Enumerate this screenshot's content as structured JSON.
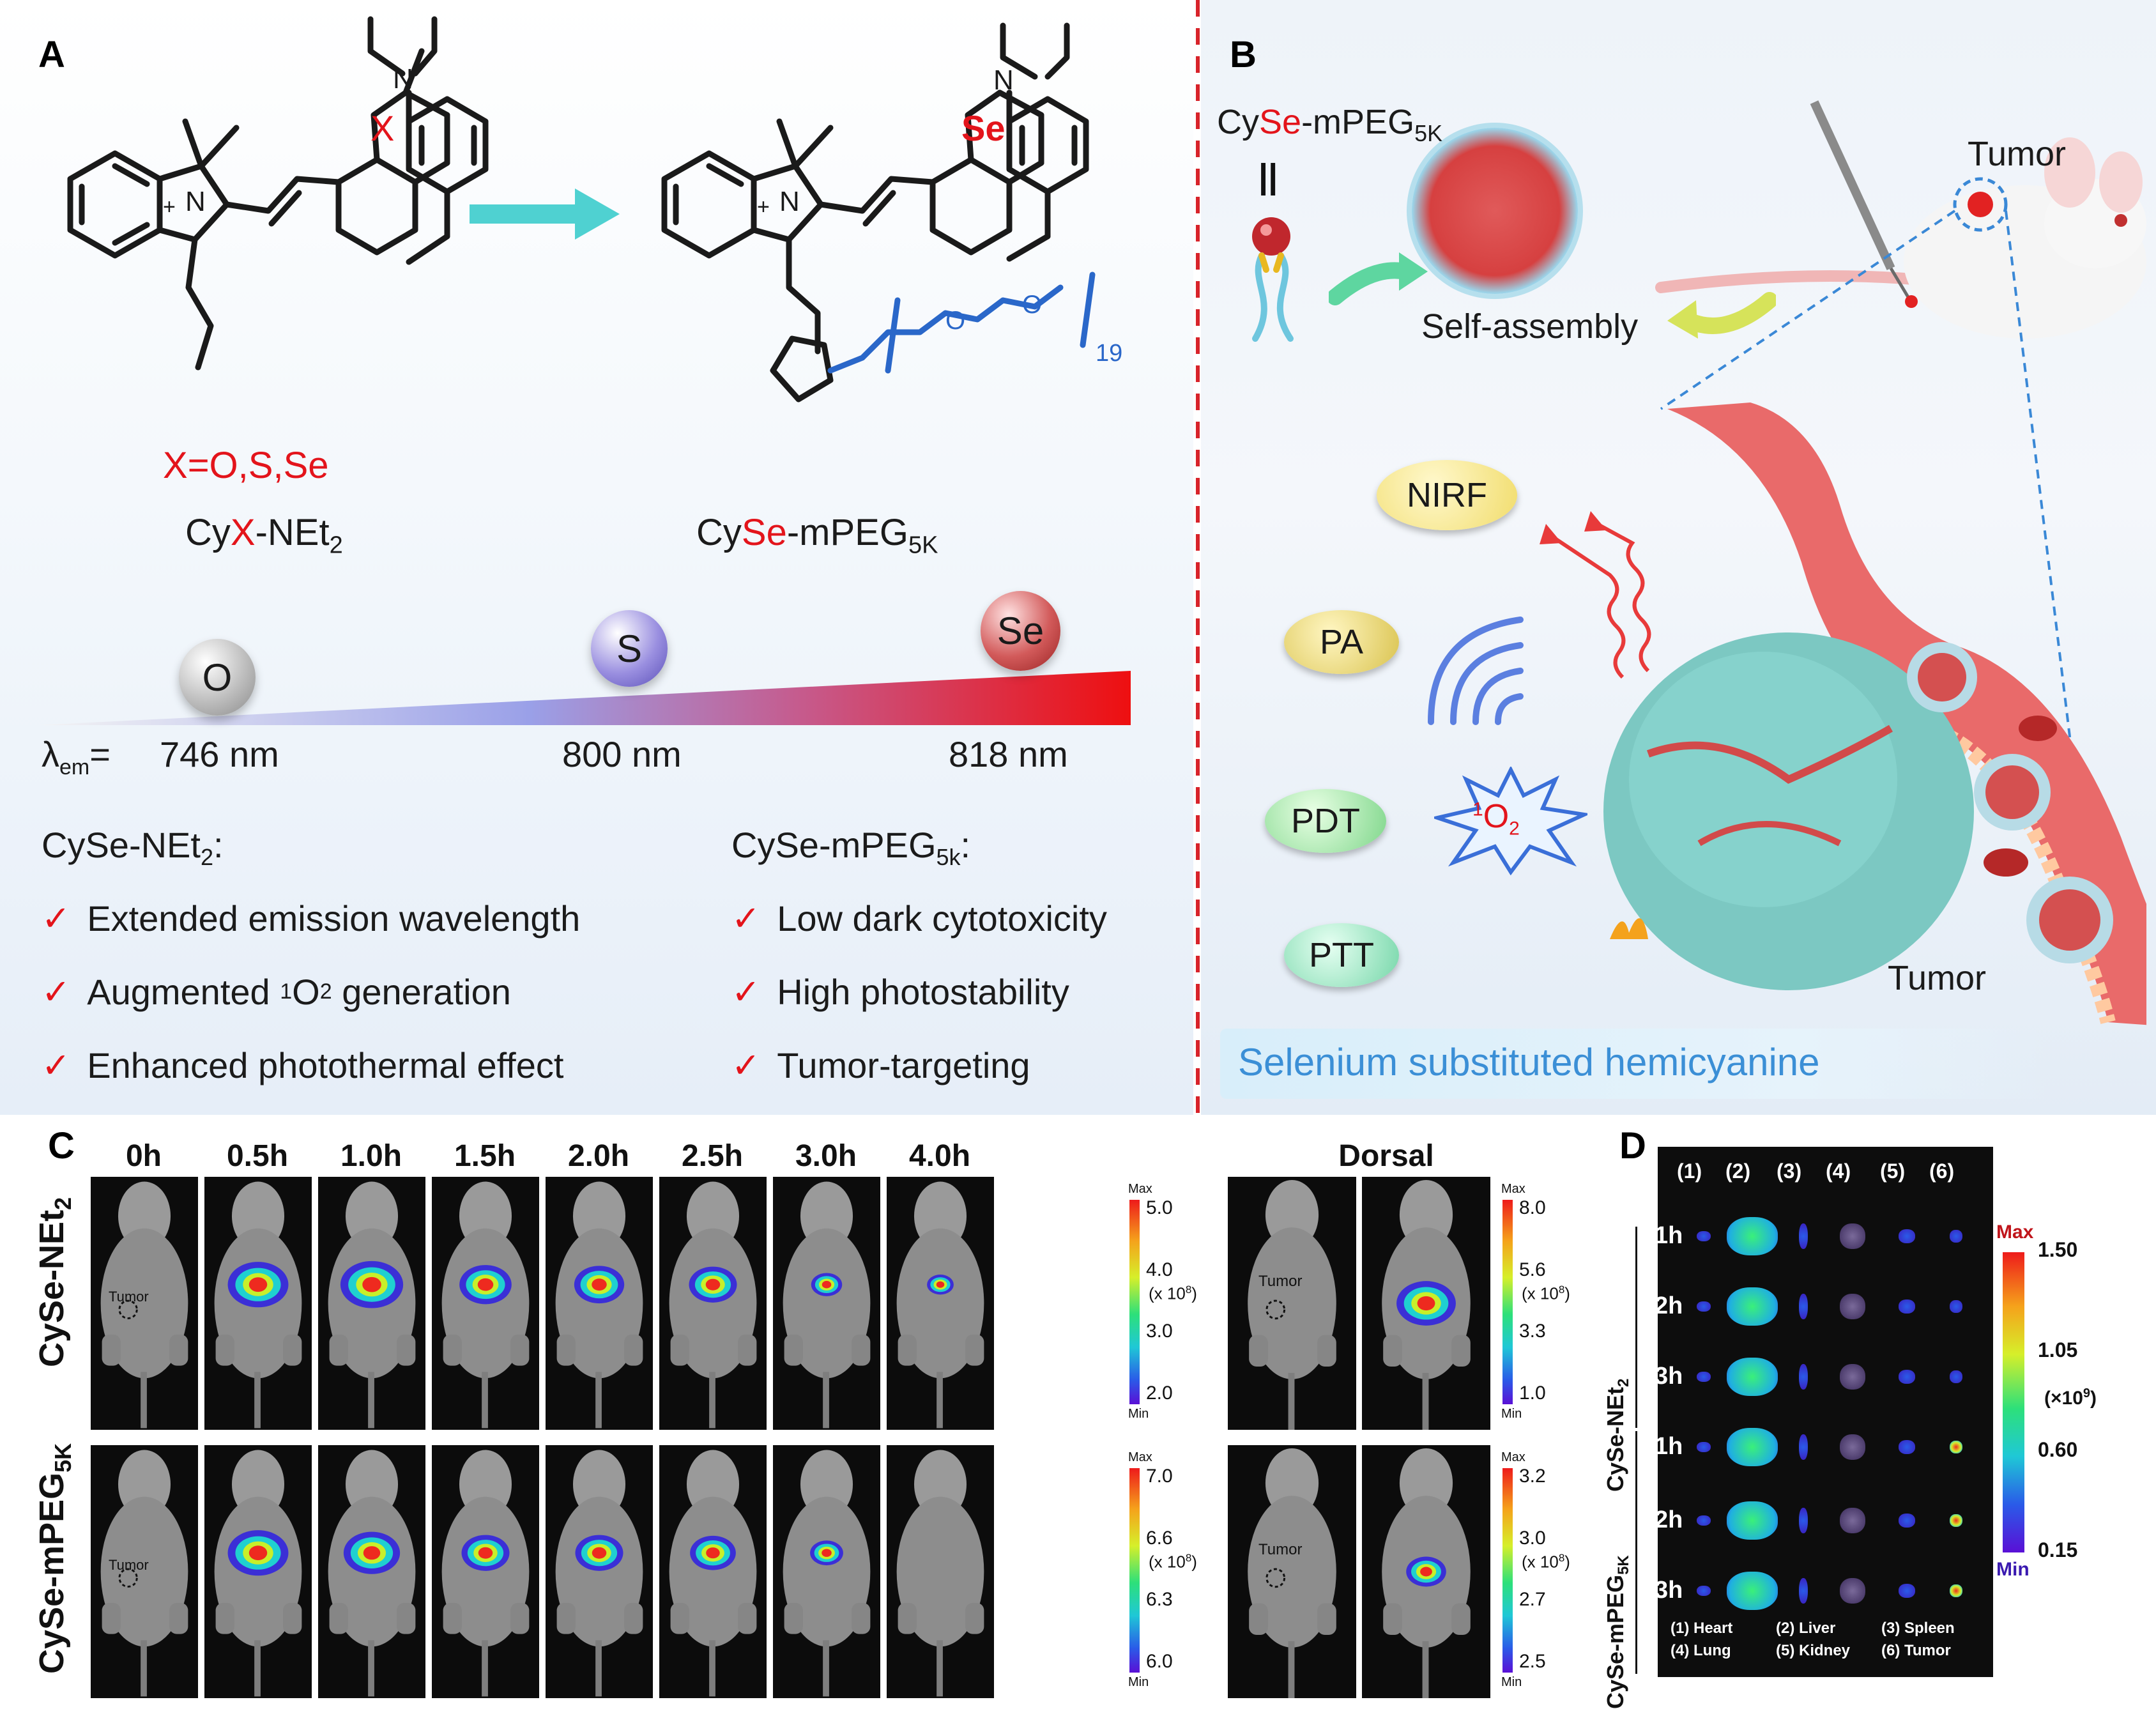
{
  "panel_a": {
    "letter": "A",
    "x_definition_parts": {
      "x": "X",
      "rest": "=O,S,Se"
    },
    "cyx_label_parts": {
      "cy": "Cy",
      "x": "X",
      "rest": "-NEt",
      "sub": "2"
    },
    "cyse_peg_label_parts": {
      "cy": "Cy",
      "se": "Se",
      "rest": "-mPEG",
      "sub": "5K"
    },
    "structure_atoms": {
      "x_atom": "X",
      "se_atom": "Se",
      "n_atom": "N",
      "plus": "+",
      "o_atom": "O",
      "repeat": "19"
    },
    "spheres": [
      {
        "label": "O",
        "color": "#bdbdbd"
      },
      {
        "label": "S",
        "color": "#9a8fe0"
      },
      {
        "label": "Se",
        "color": "#d25a5a"
      }
    ],
    "lambda_label": {
      "symbol": "λ",
      "sub": "em",
      "eq": "="
    },
    "emission_values": [
      "746 nm",
      "800 nm",
      "818 nm"
    ],
    "left_feature_head": {
      "main": "CySe-NEt",
      "sub": "2",
      "tail": ":"
    },
    "right_feature_head": {
      "main": "CySe-mPEG",
      "sub": "5k",
      "tail": ":"
    },
    "left_features": [
      {
        "pre": "Extended emission wavelength",
        "sup": "",
        "mid": "",
        "sub": "",
        "post": ""
      },
      {
        "pre": "Augmented ",
        "sup": "1",
        "mid": "O",
        "sub": "2",
        "post": " generation"
      },
      {
        "pre": "Enhanced photothermal effect",
        "sup": "",
        "mid": "",
        "sub": "",
        "post": ""
      }
    ],
    "right_features": [
      "Low dark cytotoxicity",
      "High photostability",
      "Tumor-targeting"
    ],
    "check_mark": "✓",
    "colors": {
      "accent_red": "#e3141b",
      "peg_blue": "#2a67c9",
      "arrow_teal": "#4fd1d1"
    }
  },
  "panel_b": {
    "letter": "B",
    "compound_parts": {
      "cy": "Cy",
      "se": "Se",
      "rest": "-mPEG",
      "sub": "5K"
    },
    "equivalence_symbol": "||",
    "self_assembly": "Self-assembly",
    "tumor_top": "Tumor",
    "tumor_bottom": "Tumor",
    "modalities": [
      "NIRF",
      "PA",
      "PDT",
      "PTT"
    ],
    "singlet_oxygen": {
      "sup": "1",
      "main": "O",
      "sub": "2"
    },
    "banner": "Selenium substituted hemicyanine"
  },
  "panel_c": {
    "letter": "C",
    "time_points": [
      "0h",
      "0.5h",
      "1.0h",
      "1.5h",
      "2.0h",
      "2.5h",
      "3.0h",
      "4.0h"
    ],
    "dorsal_label": "Dorsal",
    "tumor_label": "Tumor",
    "rows": [
      {
        "name_main": "CySe-NEt",
        "name_sub": "2",
        "signal_levels": [
          0,
          0.9,
          0.95,
          0.7,
          0.65,
          0.6,
          0.2,
          0.1
        ],
        "scale": {
          "max": "Max",
          "min": "Min",
          "ticks": [
            "5.0",
            "4.0",
            "3.0",
            "2.0"
          ],
          "unit": "(x 10",
          "unit_sup": "8",
          "unit_end": ")"
        },
        "dorsal_signal_levels": [
          0,
          0.85
        ],
        "dorsal_scale": {
          "max": "Max",
          "min": "Min",
          "ticks": [
            "8.0",
            "5.6",
            "3.3",
            "1.0"
          ],
          "unit": "(x 10",
          "unit_sup": "8",
          "unit_end": ")"
        }
      },
      {
        "name_main": "CySe-mPEG",
        "name_sub": "5K",
        "signal_levels": [
          0,
          0.9,
          0.8,
          0.6,
          0.6,
          0.55,
          0.25,
          0
        ],
        "scale": {
          "max": "Max",
          "min": "Min",
          "ticks": [
            "7.0",
            "6.6",
            "6.3",
            "6.0"
          ],
          "unit": "(x 10",
          "unit_sup": "8",
          "unit_end": ")"
        },
        "dorsal_signal_levels": [
          0,
          0.4
        ],
        "dorsal_scale": {
          "max": "Max",
          "min": "Min",
          "ticks": [
            "3.2",
            "3.0",
            "2.7",
            "2.5"
          ],
          "unit": "(x 10",
          "unit_sup": "8",
          "unit_end": ")"
        }
      }
    ]
  },
  "panel_d": {
    "letter": "D",
    "column_numbers": [
      "(1)",
      "(2)",
      "(3)",
      "(4)",
      "(5)",
      "(6)"
    ],
    "group_labels": [
      {
        "main": "CySe-NEt",
        "sub": "2"
      },
      {
        "main": "CySe-mPEG",
        "sub": "5K"
      }
    ],
    "time_labels": [
      "1h",
      "2h",
      "3h",
      "1h",
      "2h",
      "3h"
    ],
    "scale": {
      "max": "Max",
      "min": "Min",
      "ticks": [
        "1.50",
        "1.05",
        "0.60",
        "0.15"
      ],
      "unit": "(×10",
      "unit_sup": "9",
      "unit_end": ")"
    },
    "legend": [
      "(1) Heart",
      "(2) Liver",
      "(3) Spleen",
      "(4) Lung",
      "(5) Kidney",
      "(6) Tumor"
    ]
  }
}
